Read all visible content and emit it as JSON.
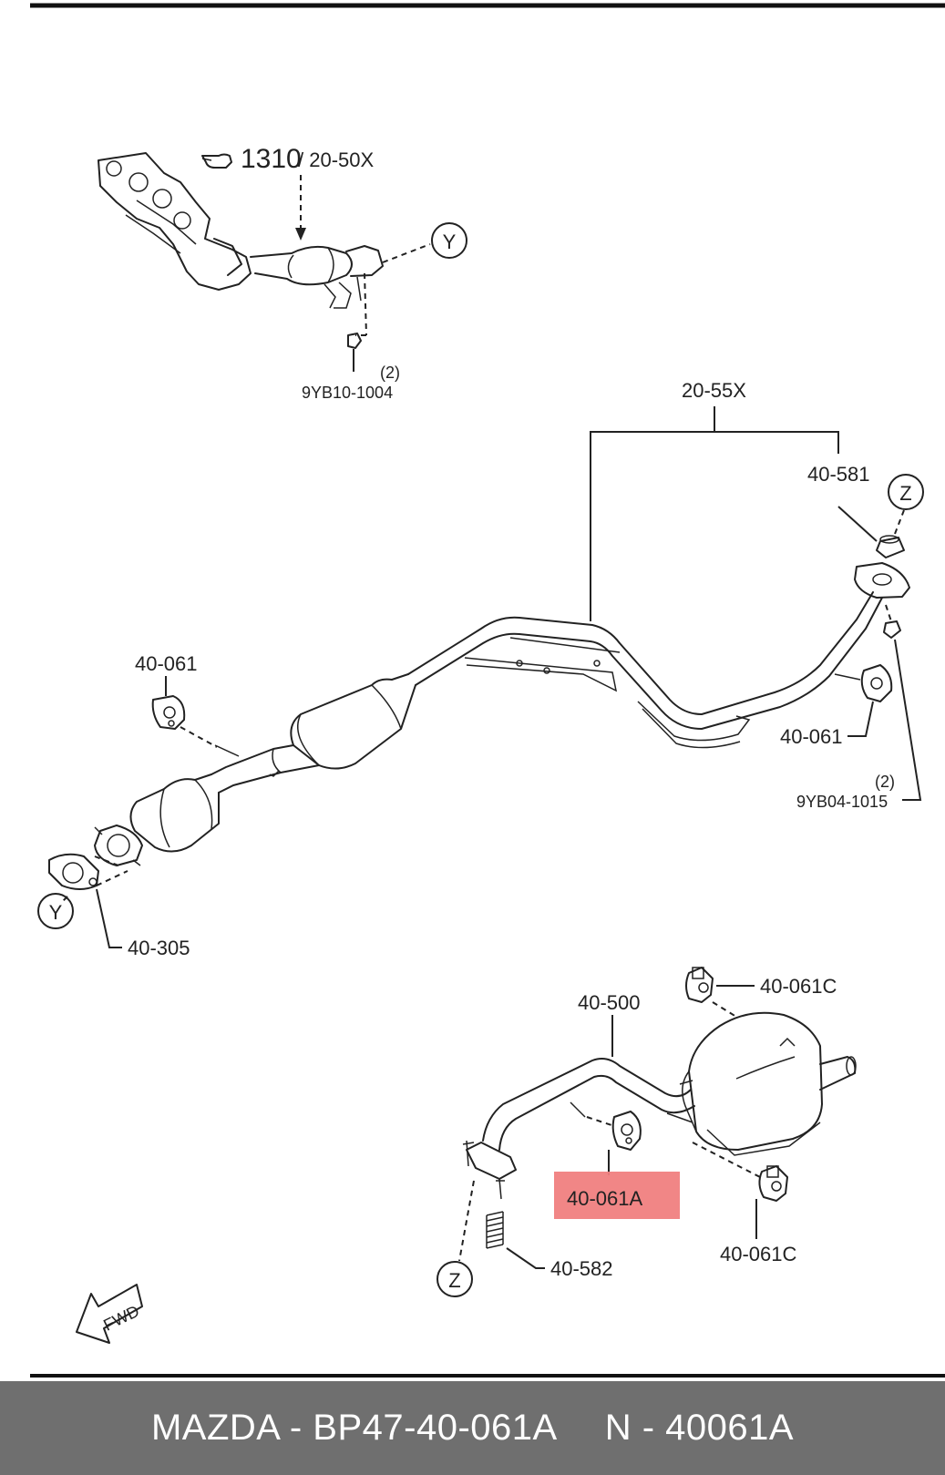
{
  "diagram": {
    "callouts": {
      "manifold_ref_num": "1310",
      "manifold_ref_sub": "/ 20-50X",
      "nut_top": "9YB10-1004",
      "nut_top_qty": "(2)",
      "pipe_assy": "20-55X",
      "gasket_top": "40-581",
      "hanger_left": "40-061",
      "hanger_right": "40-061",
      "nut_right": "9YB04-1015",
      "nut_right_qty": "(2)",
      "gasket_front": "40-305",
      "muffler": "40-500",
      "hanger_clip_top": "40-061C",
      "hanger_highlight": "40-061A",
      "hanger_clip_bottom": "40-061C",
      "spring": "40-582",
      "fwd": "FWD"
    },
    "circle_refs": {
      "y_top": "Y",
      "y_left": "Y",
      "z_right": "Z",
      "z_bottom": "Z"
    },
    "highlight_color": "#f08080"
  },
  "footer": {
    "brand_part": "MAZDA - BP47-40-061A",
    "alt_part": "N - 40061A"
  }
}
